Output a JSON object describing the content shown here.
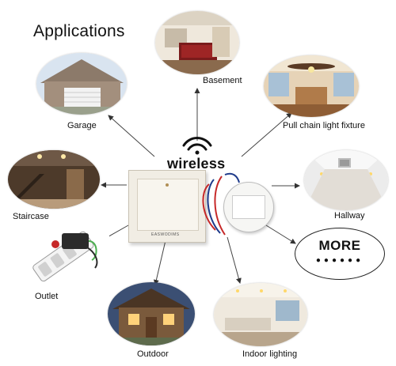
{
  "title": "Applications",
  "center": {
    "wireless_text": "wireless",
    "switch_brand": "EASWODIMS"
  },
  "applications": [
    {
      "label": "Basement"
    },
    {
      "label": "Garage"
    },
    {
      "label": "Pull chain light fixture"
    },
    {
      "label": "Staircase"
    },
    {
      "label": "Hallway"
    },
    {
      "label": "Outlet"
    },
    {
      "label": "Outdoor"
    },
    {
      "label": "Indoor lighting"
    }
  ],
  "more": {
    "label": "MORE",
    "dots": "●●●●●●"
  }
}
